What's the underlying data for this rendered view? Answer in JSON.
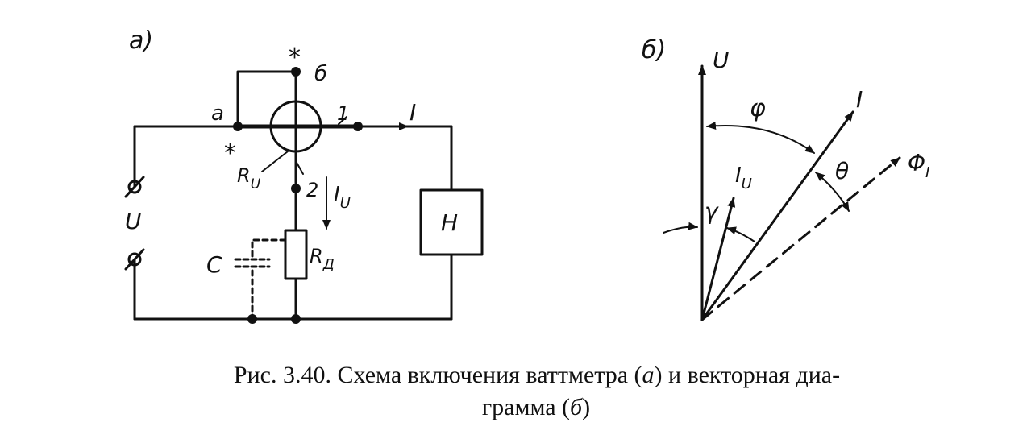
{
  "figure": {
    "panel_a": "а)",
    "panel_b": "б)",
    "circuit": {
      "star": "*",
      "node_b": "б",
      "node_a": "а",
      "node_1": "1",
      "node_2": "2",
      "current": "I",
      "voltage": "U",
      "r_u_main": "R",
      "r_u_sub": "U",
      "i_u_main": "I",
      "i_u_sub": "U",
      "capacitor": "C",
      "r_d_main": "R",
      "r_d_sub": "Д",
      "load": "Н"
    },
    "vector": {
      "u": "U",
      "phi": "φ",
      "i": "I",
      "theta": "θ",
      "phi_i_main": "Φ",
      "phi_i_sub": "I",
      "i_u_main": "I",
      "i_u_sub": "U",
      "gamma": "γ"
    }
  },
  "caption": {
    "line1_prefix": "Рис. 3.40. Схема включения ваттметра (",
    "line1_a": "а",
    "line1_mid": ") и векторная диа-",
    "line2_prefix": "грамма (",
    "line2_b": "б",
    "line2_suffix": ")"
  }
}
